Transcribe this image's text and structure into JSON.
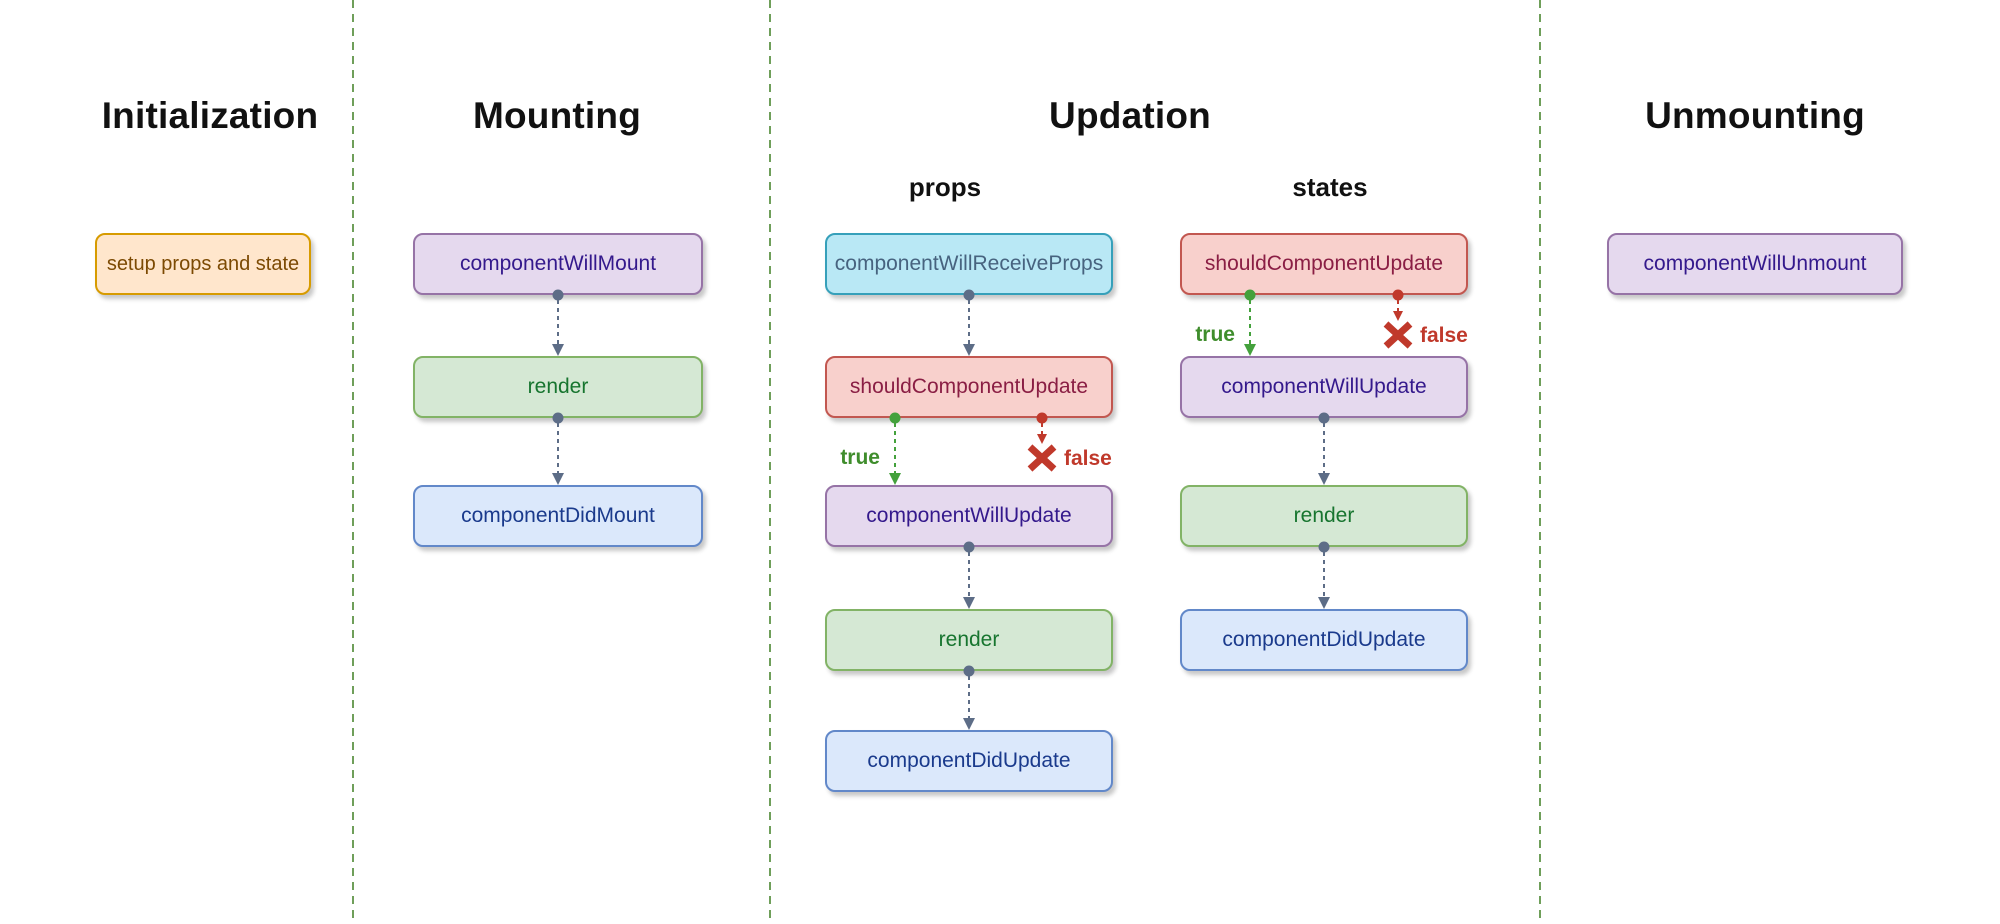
{
  "sections": {
    "initialization": {
      "title": "Initialization"
    },
    "mounting": {
      "title": "Mounting"
    },
    "updation": {
      "title": "Updation",
      "props_header": "props",
      "states_header": "states"
    },
    "unmounting": {
      "title": "Unmounting"
    }
  },
  "nodes": {
    "setup": "setup props and state",
    "mounting_1": "componentWillMount",
    "mounting_2": "render",
    "mounting_3": "componentDidMount",
    "props_1": "componentWillReceiveProps",
    "props_2": "shouldComponentUpdate",
    "props_3": "componentWillUpdate",
    "props_4": "render",
    "props_5": "componentDidUpdate",
    "states_1": "shouldComponentUpdate",
    "states_2": "componentWillUpdate",
    "states_3": "render",
    "states_4": "componentDidUpdate",
    "unmounting_1": "componentWillUnmount"
  },
  "branch": {
    "true_label": "true",
    "false_label": "false"
  },
  "colors": {
    "separator": "#6f9f5a",
    "arrow": "#5d6d87",
    "true_green": "#44a13c",
    "false_red": "#c0392b",
    "orange_fill": "#ffe6cc",
    "orange_border": "#d79b00",
    "orange_text": "#7c4a03",
    "purple_fill": "#e5d9ee",
    "purple_border": "#9673a6",
    "purple_text": "#34198c",
    "green_fill": "#d5e8d4",
    "green_border": "#82b366",
    "green_text": "#17752f",
    "blue_fill": "#dbe8fb",
    "blue_border": "#6288c9",
    "blue_text": "#1a3a8c",
    "cyan_fill": "#b9e8f5",
    "cyan_border": "#36a0ba",
    "cyan_text": "#47637f",
    "red_fill": "#f8d0cc",
    "red_border": "#c25750",
    "red_text": "#8a1e44"
  }
}
